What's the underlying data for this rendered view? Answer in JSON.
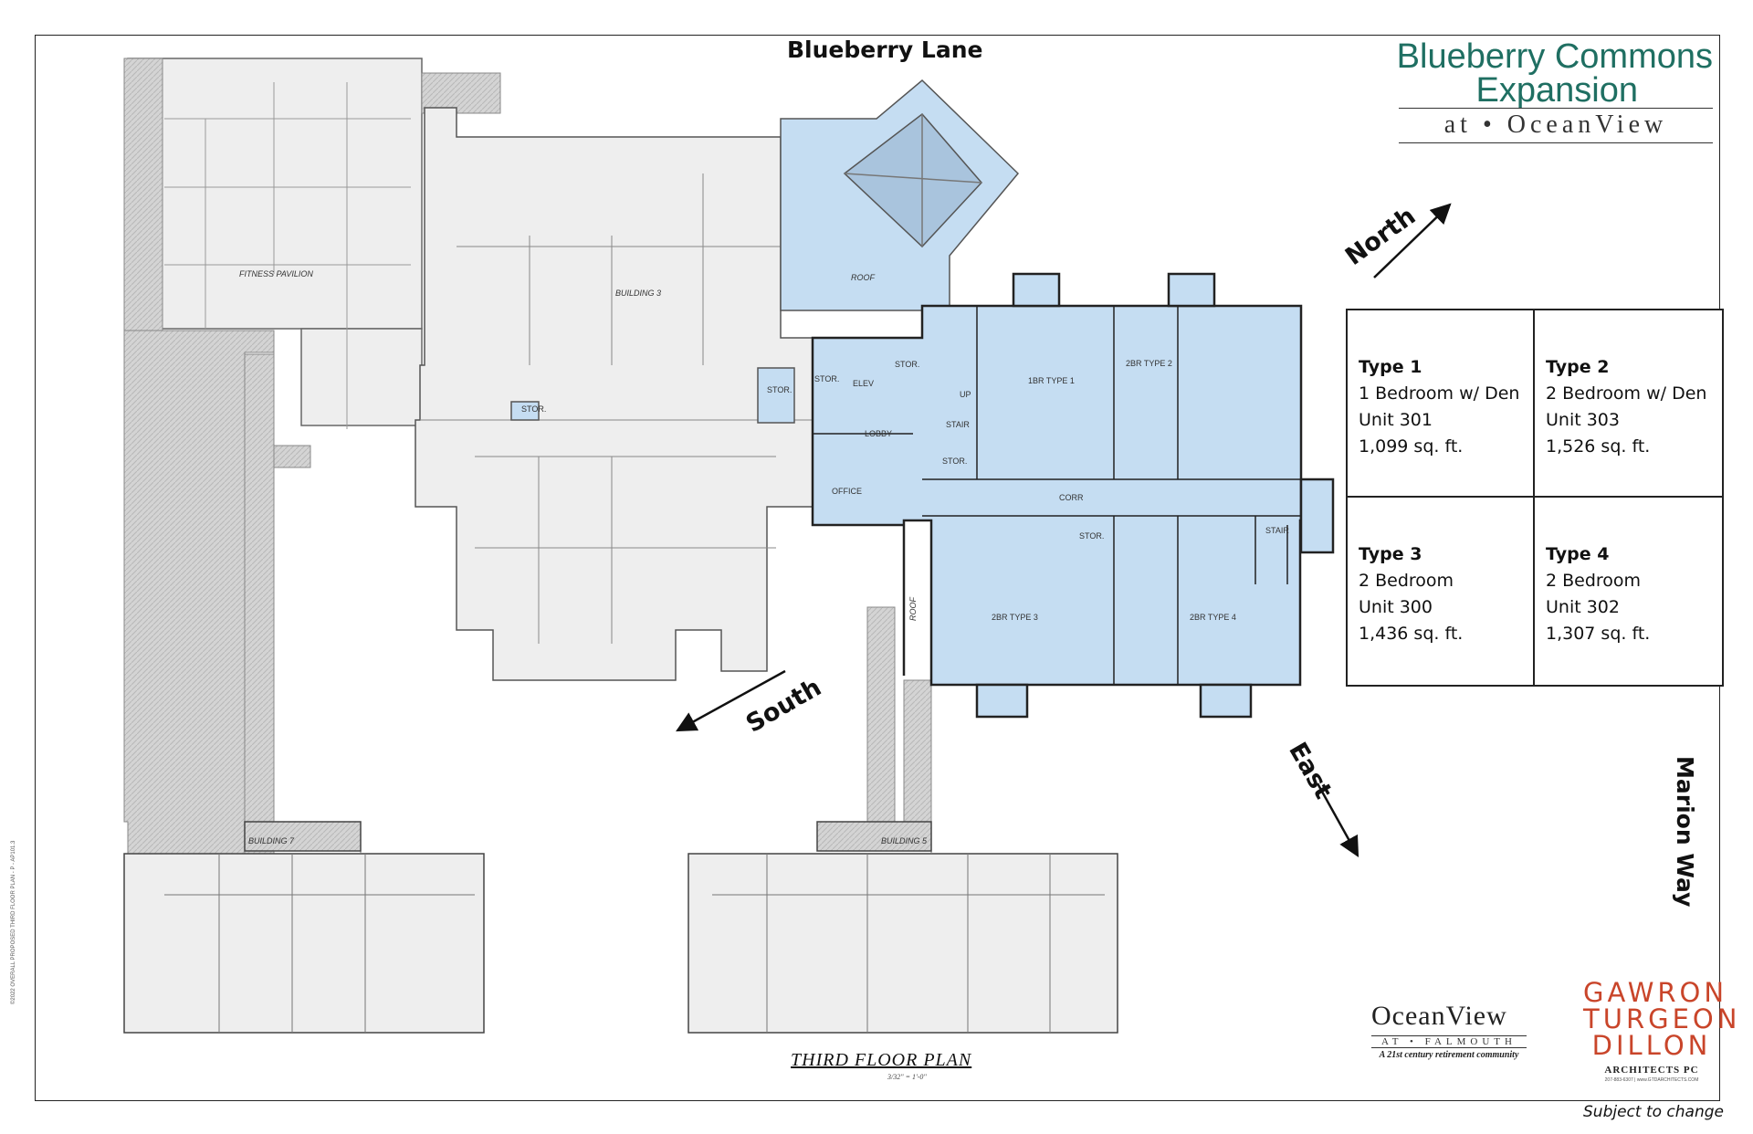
{
  "streets": {
    "north_street": "Blueberry Lane",
    "east_street": "Marion Way"
  },
  "title": {
    "line1": "Blueberry Commons",
    "line2": "Expansion",
    "subtitle": "at • OceanView"
  },
  "directions": {
    "north": "North",
    "south": "South",
    "east": "East"
  },
  "rooms": {
    "fitness": "FITNESS PAVILION",
    "building3": "BUILDING 3",
    "building7": "BUILDING 7",
    "building5": "BUILDING 5",
    "roof_top": "ROOF",
    "roof_side": "ROOF",
    "stor1": "STOR.",
    "stor2": "STOR.",
    "stor3": "STOR.",
    "stor4": "STOR.",
    "stor5": "STOR.",
    "stor6": "STOR.",
    "elev": "ELEV",
    "lobby": "LOBBY",
    "office": "OFFICE",
    "stair1": "STAIR",
    "stair2": "STAIR",
    "up": "UP",
    "corr": "CORR",
    "unit_1br1": "1BR TYPE 1",
    "unit_2br2": "2BR TYPE 2",
    "unit_2br3": "2BR TYPE 3",
    "unit_2br4": "2BR TYPE 4"
  },
  "legend": [
    {
      "type": "Type 1",
      "bedrooms": "1 Bedroom w/ Den",
      "unit": "Unit 301",
      "area": "1,099 sq. ft."
    },
    {
      "type": "Type 2",
      "bedrooms": "2 Bedroom w/ Den",
      "unit": "Unit 303",
      "area": "1,526 sq. ft."
    },
    {
      "type": "Type 3",
      "bedrooms": "2 Bedroom",
      "unit": "Unit 300",
      "area": "1,436 sq. ft."
    },
    {
      "type": "Type 4",
      "bedrooms": "2 Bedroom",
      "unit": "Unit 302",
      "area": "1,307 sq. ft."
    }
  ],
  "plan": {
    "title": "THIRD FLOOR PLAN",
    "scale": "3/32\" = 1'-0\""
  },
  "footer": {
    "oceanview_name": "OceanView",
    "oceanview_sub": "AT • FALMOUTH",
    "oceanview_tag": "A 21st century retirement community",
    "gtd_line1": "GAWRON",
    "gtd_line2": "TURGEON",
    "gtd_line3": "DILLON",
    "gtd_arch": "ARCHITECTS PC",
    "gtd_contact": "207-883-6307  |  www.GTDARCHITECTS.COM",
    "subject": "Subject to change",
    "side_ref": "©2022 OVERALL PROPOSED THIRD FLOOR PLAN - P - AP101.3"
  },
  "colors": {
    "new_area": "#c5ddf2",
    "existing": "#eeeeee",
    "walkway": "#d4d4d4",
    "title": "#1f6f62",
    "gtd": "#c9452a"
  }
}
